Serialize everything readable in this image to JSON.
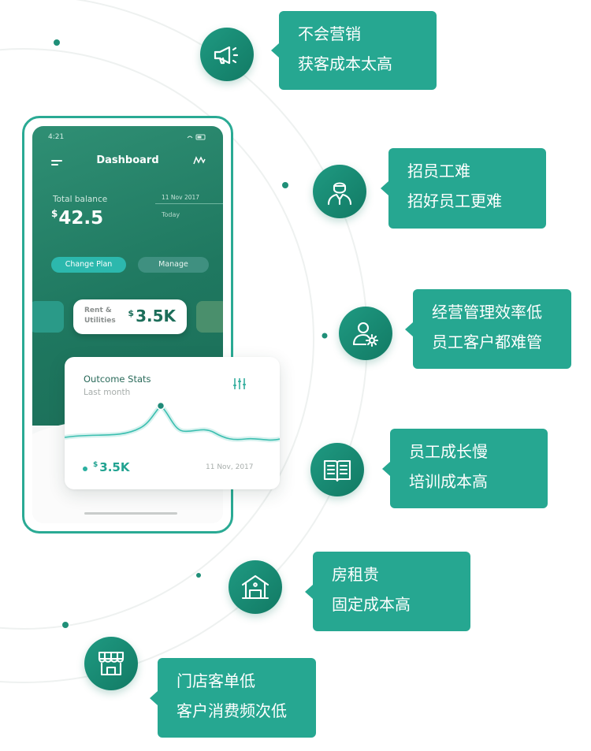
{
  "phone": {
    "status_time": "4:21",
    "header_title": "Dashboard",
    "balance_label": "Total balance",
    "currency": "$",
    "balance_value": "42.5",
    "date_label": "11 Nov 2017",
    "date_sub": "Today",
    "change_plan_label": "Change Plan",
    "manage_label": "Manage",
    "card_label": "Rent & Utilities",
    "card_value": "3.5K"
  },
  "stats": {
    "title": "Outcome Stats",
    "subtitle": "Last month",
    "currency": "$",
    "value": "3.5K",
    "date": "11 Nov, 2017"
  },
  "pain_points": [
    {
      "icon": "megaphone-icon",
      "line1": "不会营销",
      "line2": "获客成本太高"
    },
    {
      "icon": "employee-icon",
      "line1": "招员工难",
      "line2": "招好员工更难"
    },
    {
      "icon": "user-settings-icon",
      "line1": "经营管理效率低",
      "line2": "员工客户都难管"
    },
    {
      "icon": "open-book-icon",
      "line1": "员工成长慢",
      "line2": "培训成本高"
    },
    {
      "icon": "house-icon",
      "line1": "房租贵",
      "line2": "固定成本高"
    },
    {
      "icon": "storefront-icon",
      "line1": "门店客单低",
      "line2": "客户消费频次低"
    }
  ],
  "colors": {
    "brand": "#26a791",
    "icon_bg": "#127a64",
    "phone_green": "#1f7860"
  }
}
